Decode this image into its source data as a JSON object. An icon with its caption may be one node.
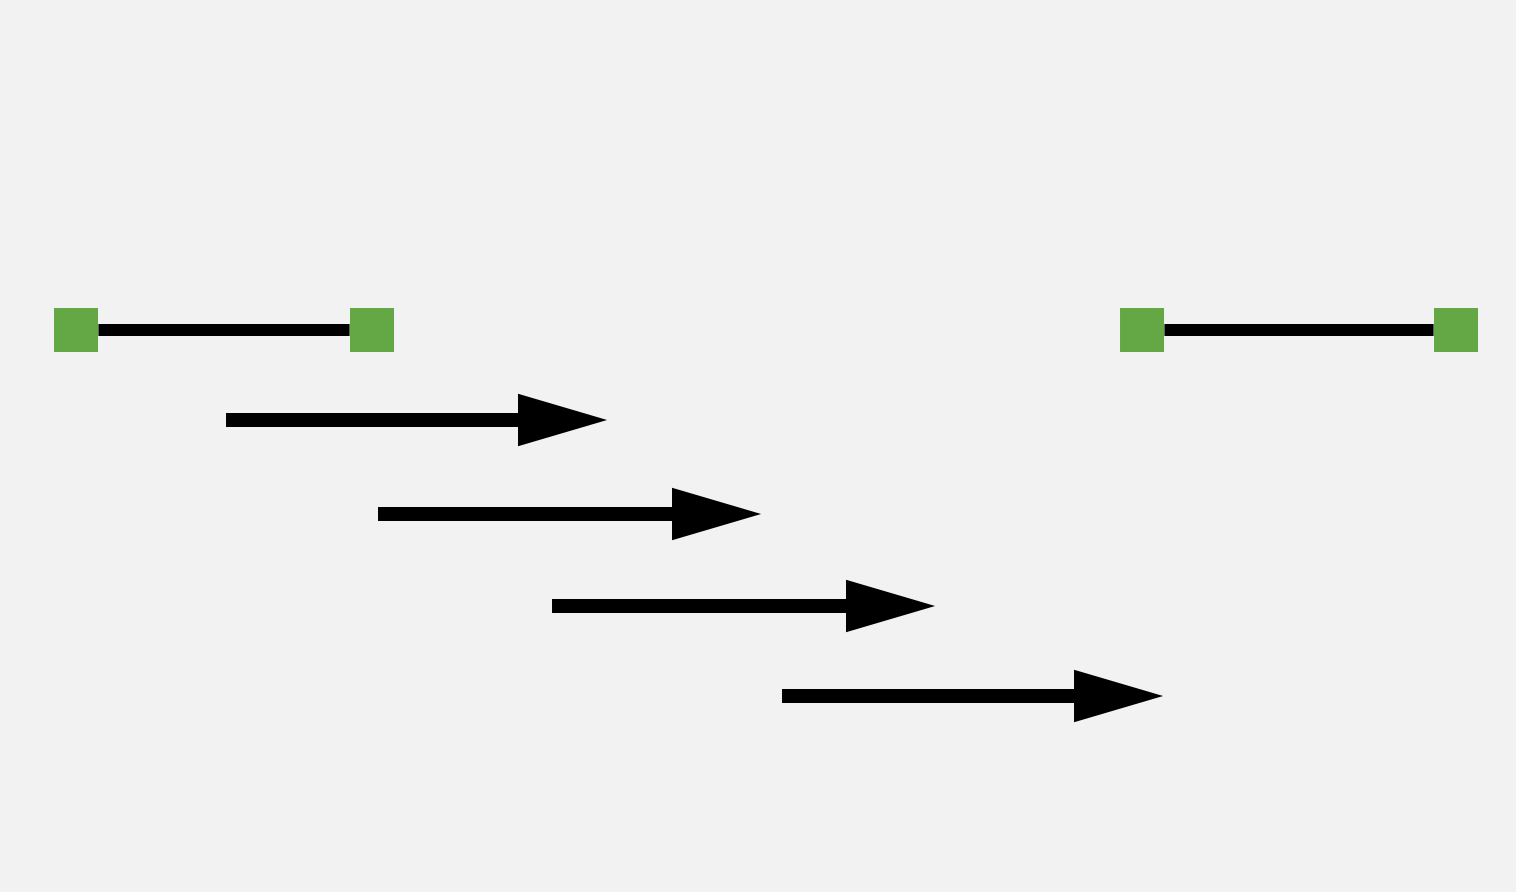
{
  "diagram": {
    "nodes": [
      {
        "text": [],
        "shape": "box"
      },
      {
        "text": [],
        "shape": "box"
      },
      {
        "text": [],
        "shape": "box"
      },
      {
        "text": [],
        "shape": "box"
      }
    ],
    "edges": [
      {
        "from": 0,
        "to": 1,
        "arrow": "none"
      },
      {
        "from": 2,
        "to": 3,
        "arrow": "none"
      }
    ]
  }
}
